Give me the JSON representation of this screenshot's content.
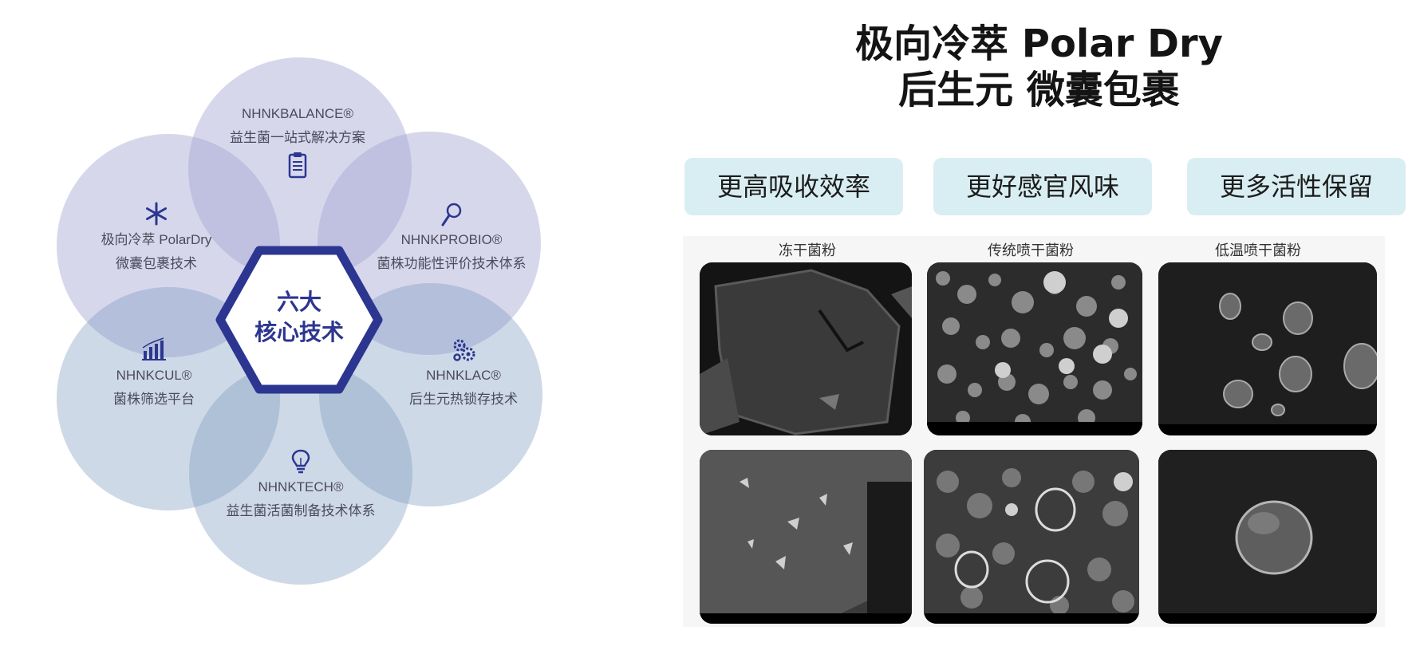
{
  "diagram": {
    "center": {
      "line1": "六大",
      "line2": "核心技术"
    },
    "nodes": [
      {
        "en": "NHNKBALANCE®",
        "zh": "益生菌一站式解决方案",
        "icon": "clipboard-icon"
      },
      {
        "en": "极向冷萃 PolarDry",
        "zh": "微囊包裹技术",
        "icon": "snowflake-icon"
      },
      {
        "en": "NHNKPROBIO®",
        "zh": "菌株功能性评价技术体系",
        "icon": "magnifier-icon"
      },
      {
        "en": "NHNKCUL®",
        "zh": "菌株筛选平台",
        "icon": "bar-chart-icon"
      },
      {
        "en": "NHNKLAC®",
        "zh": "后生元热锁存技术",
        "icon": "gears-icon"
      },
      {
        "en": "NHNKTECH®",
        "zh": "益生菌活菌制备技术体系",
        "icon": "lightbulb-icon"
      }
    ],
    "colors": {
      "purple": "#a0a0d2",
      "blue": "#7696bc",
      "hex": "#2c3690"
    }
  },
  "right": {
    "title_line1": "极向冷萃 Polar Dry",
    "title_line2": "后生元  微囊包裹",
    "pills": [
      "更高吸收效率",
      "更好感官风味",
      "更多活性保留"
    ],
    "pill_color": "#d9eef2",
    "captions": [
      "冻干菌粉",
      "传统喷干菌粉",
      "低温喷干菌粉"
    ]
  }
}
